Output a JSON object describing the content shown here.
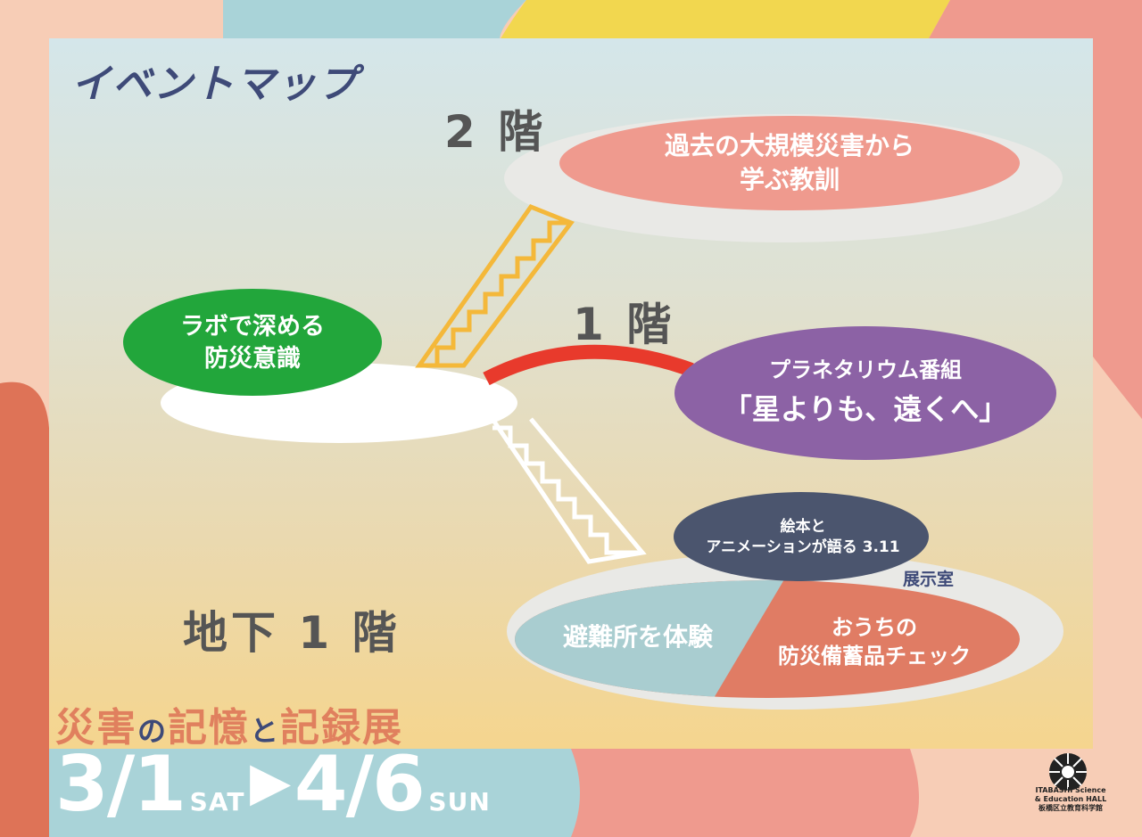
{
  "title": "イベントマップ",
  "floors": {
    "floor2": "2 階",
    "floor1": "1 階",
    "basement": "地下 1 階"
  },
  "events": {
    "lessons": {
      "line1": "過去の大規模災害から",
      "line2": "学ぶ教訓"
    },
    "lab": {
      "line1": "ラボで深める",
      "line2": "防災意識"
    },
    "planetarium": {
      "line1": "プラネタリウム番組",
      "line2": "「星よりも、遠くへ」"
    },
    "picturebook": {
      "line1": "絵本と",
      "line2": "アニメーションが語る 3.11"
    },
    "exhibition_room": "展示室",
    "shelter": "避難所を体験",
    "supplies": {
      "line1": "おうちの",
      "line2": "防災備蓄品チェック"
    }
  },
  "exhibition": {
    "parts": [
      {
        "text": "災",
        "color": "#e0805e"
      },
      {
        "text": "害",
        "color": "#e0805e"
      },
      {
        "text": "の",
        "color": "#3e4a78"
      },
      {
        "text": "記",
        "color": "#e0805e"
      },
      {
        "text": "憶",
        "color": "#e0805e"
      },
      {
        "text": "と",
        "color": "#3e4a78"
      },
      {
        "text": "記",
        "color": "#e0805e"
      },
      {
        "text": "録",
        "color": "#e0805e"
      },
      {
        "text": "展",
        "color": "#e0805e"
      }
    ]
  },
  "dates": {
    "start": "3/1",
    "start_day": "SAT",
    "arrow": "▶",
    "end": "4/6",
    "end_day": "SUN"
  },
  "logo": {
    "line1": "ITABASHI Science",
    "line2": "& Education HALL",
    "line3": "板橋区立教育科学館"
  },
  "colors": {
    "navy": "#3e4a78",
    "salmon": "#ee9b90",
    "green": "#22a63b",
    "purple": "#8c62a5",
    "slate": "#4b556e",
    "teal_light": "#a9cdd0",
    "coral": "#e07c64",
    "red_bridge": "#e83a2c",
    "stairs_yellow": "#f4b83a"
  }
}
